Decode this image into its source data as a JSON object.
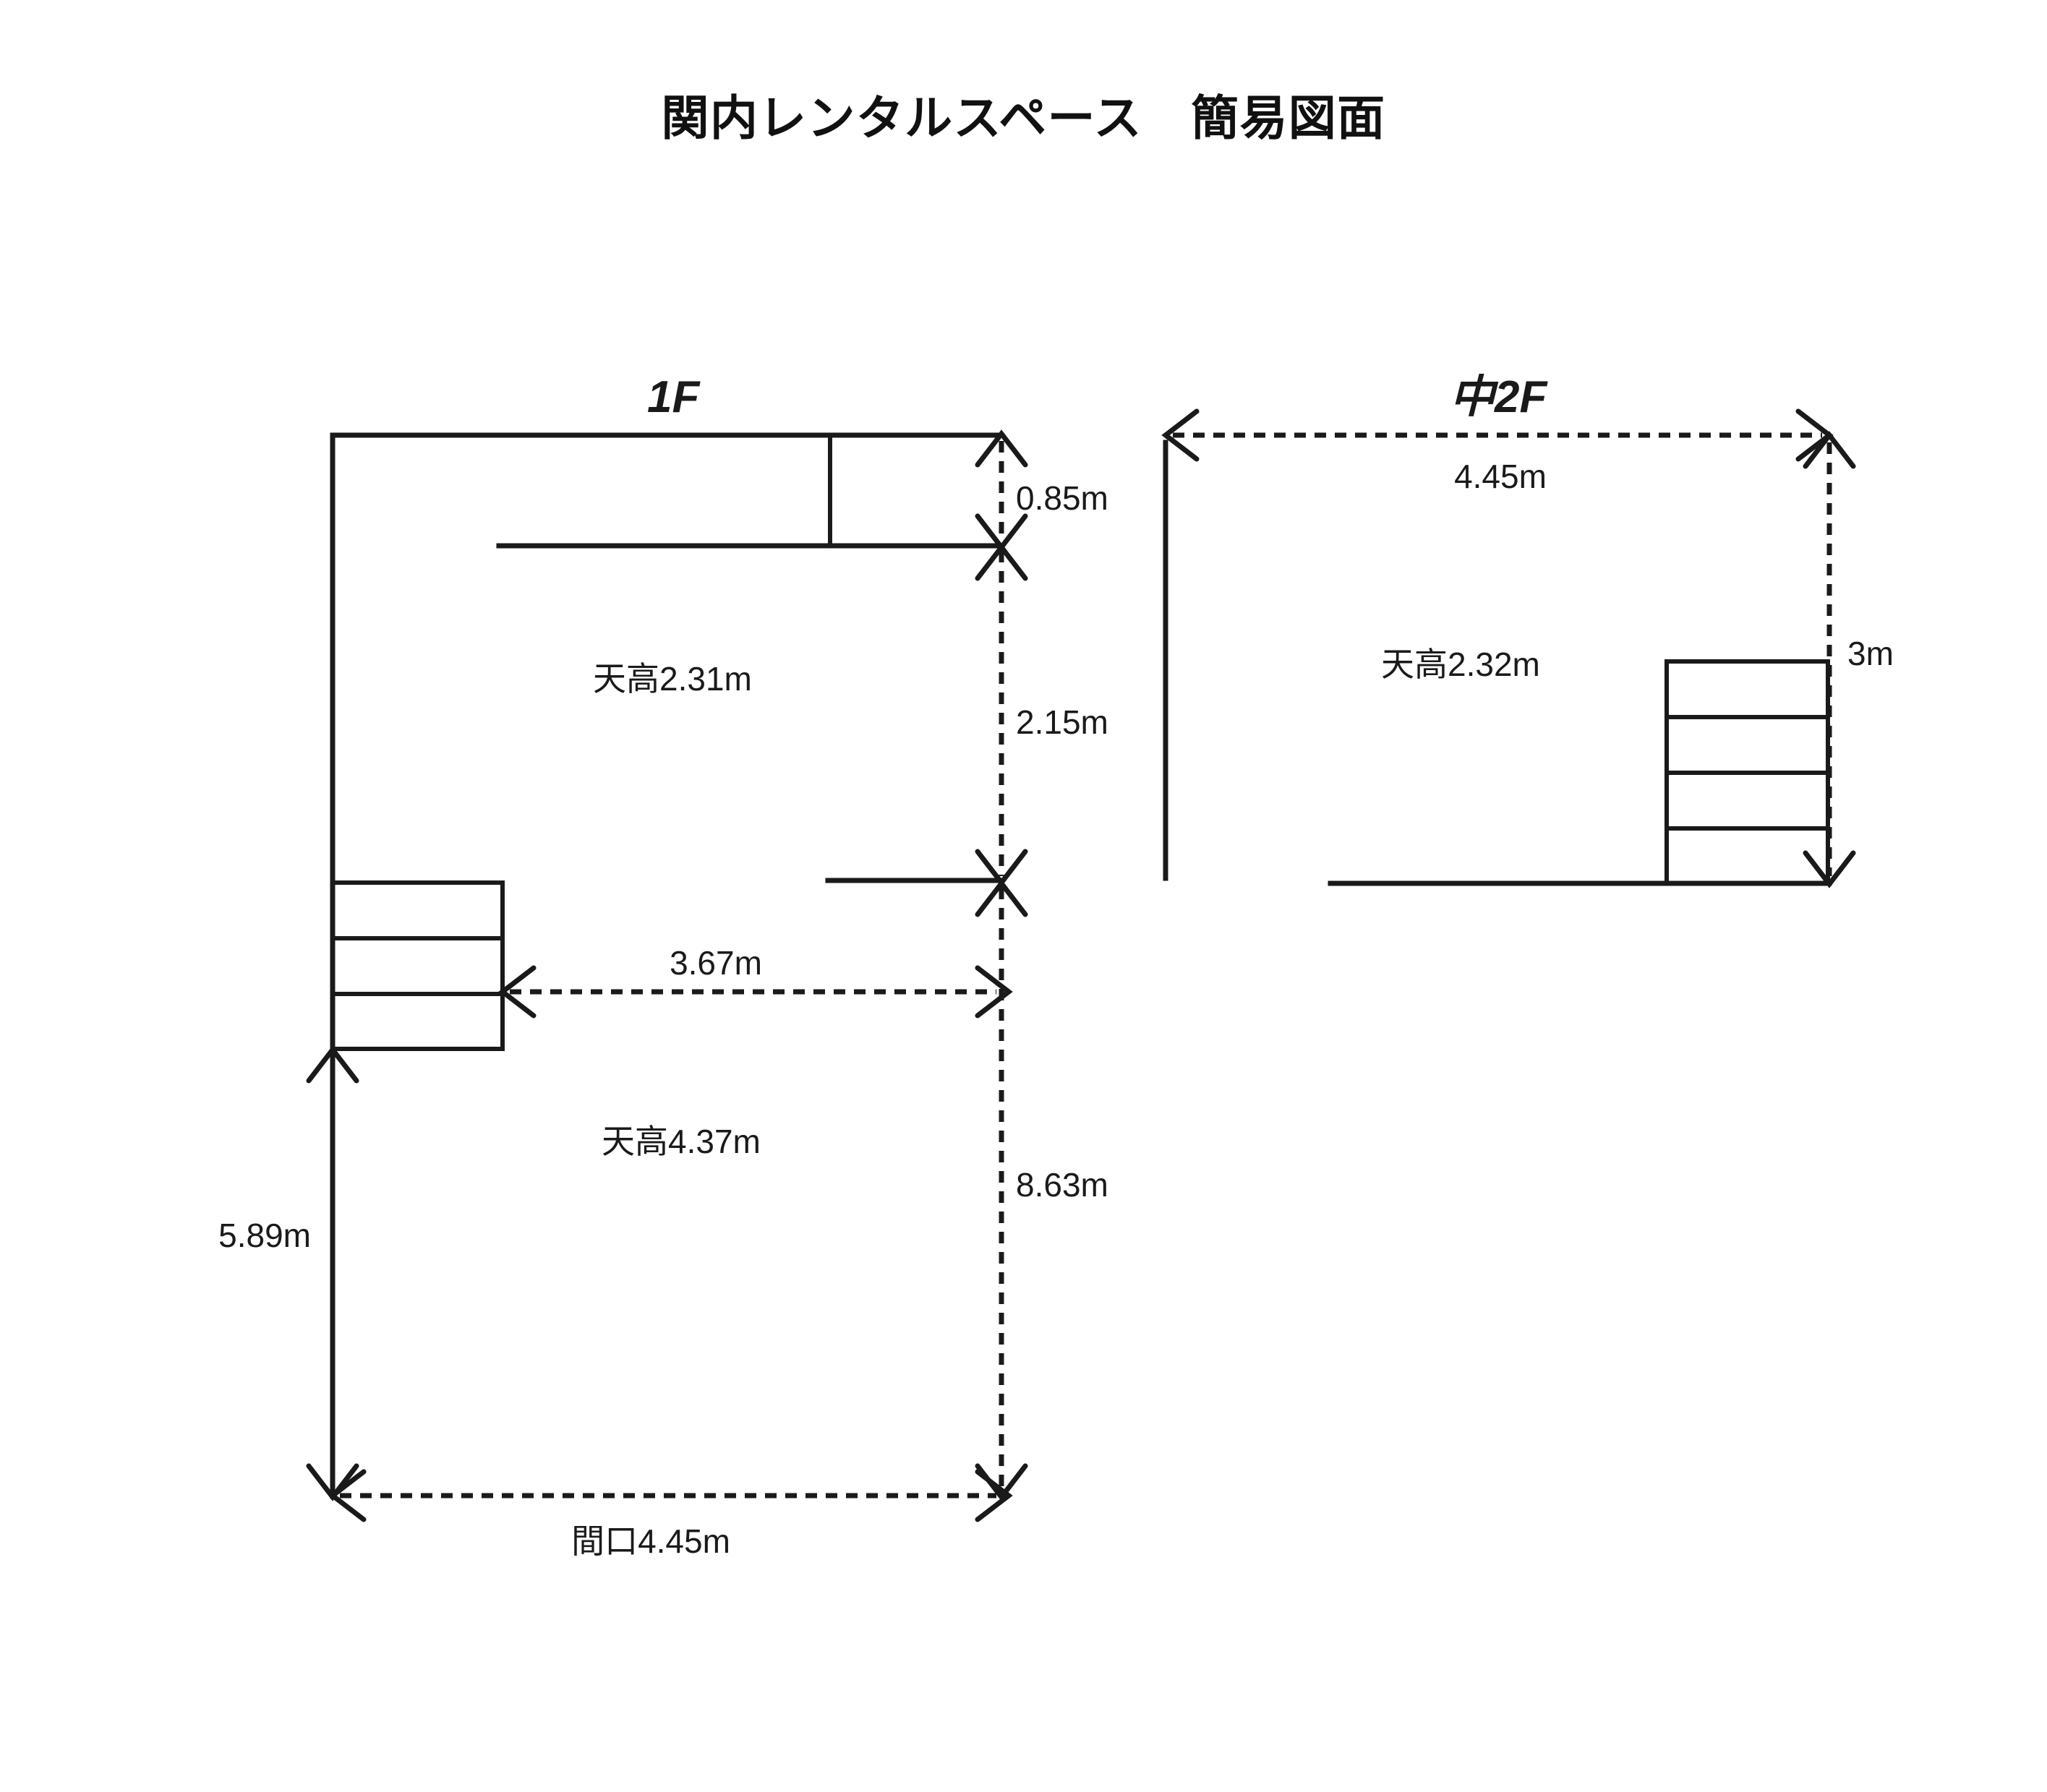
{
  "document": {
    "title": "関内レンタルスペース　簡易図面"
  },
  "plans": {
    "first_floor": {
      "label": "1F",
      "room_upper": {
        "ceiling_height_label": "天高2.31m"
      },
      "room_lower": {
        "ceiling_height_label": "天高4.37m"
      },
      "dimensions": {
        "top_segment": "0.85m",
        "upper_room_depth": "2.15m",
        "stair_offset": "3.67m",
        "total_depth": "8.63m",
        "lower_left_depth": "5.89m",
        "frontage": "間口4.45m"
      },
      "stairs": {
        "name": "stairs",
        "step_count": 3
      }
    },
    "mezzanine": {
      "label": "中2F",
      "room": {
        "ceiling_height_label": "天高2.32m"
      },
      "dimensions": {
        "width": "4.45m",
        "depth": "3m"
      },
      "stairs": {
        "name": "stairs",
        "step_count": 4
      }
    }
  },
  "colors": {
    "line": "#1a1a1a",
    "background": "#ffffff"
  }
}
